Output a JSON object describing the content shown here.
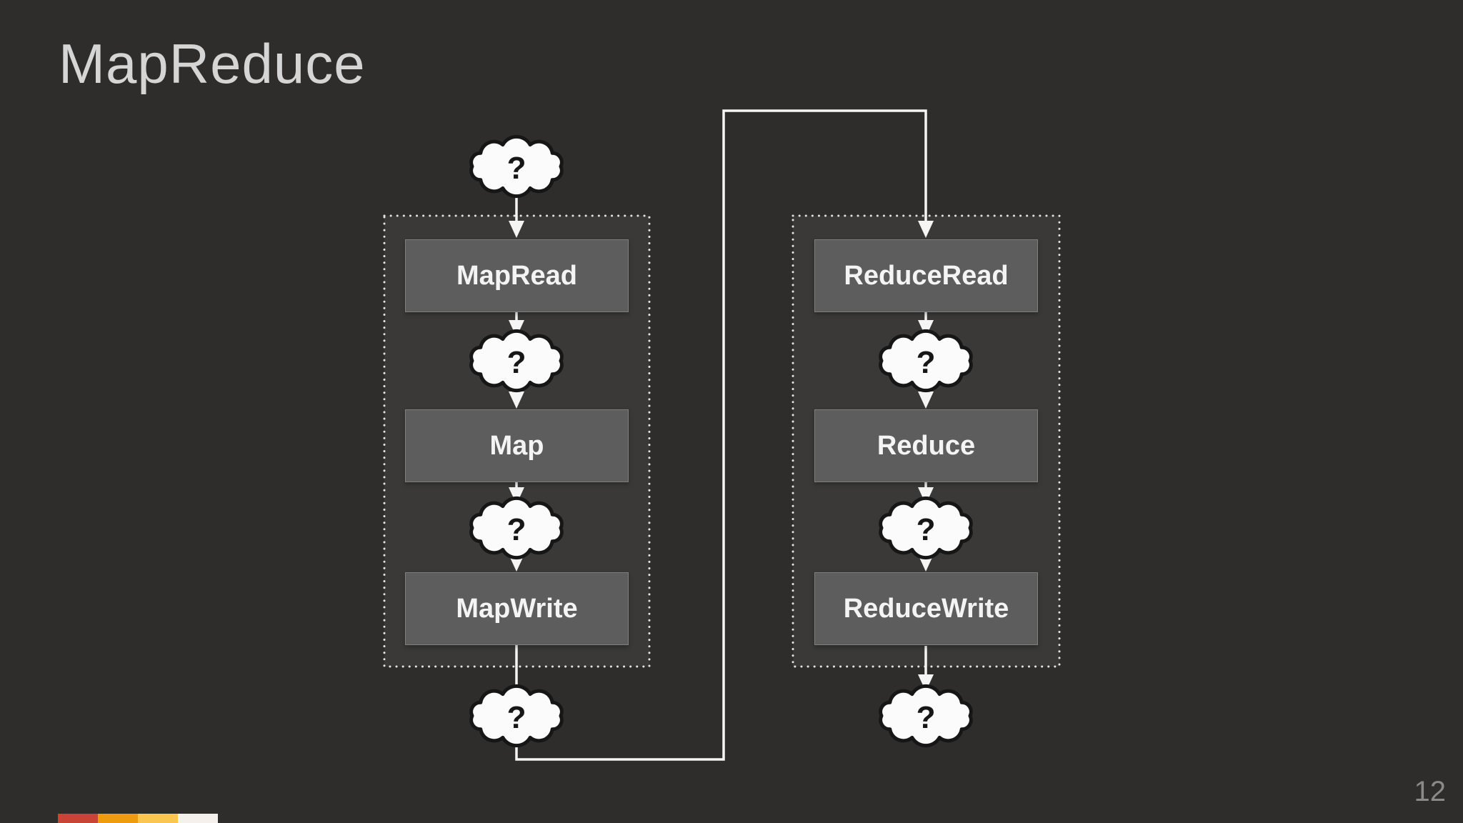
{
  "slide": {
    "title": "MapReduce",
    "page_number": "12"
  },
  "diagram": {
    "cloud_label": "?",
    "left_column": {
      "boxes": [
        {
          "label": "MapRead"
        },
        {
          "label": "Map"
        },
        {
          "label": "MapWrite"
        }
      ]
    },
    "right_column": {
      "boxes": [
        {
          "label": "ReduceRead"
        },
        {
          "label": "Reduce"
        },
        {
          "label": "ReduceWrite"
        }
      ]
    }
  },
  "colors": {
    "background": "#2e2d2b",
    "container_fill": "#3a3937",
    "box_fill": "#5d5d5d",
    "box_text": "#f4f4f4",
    "connector_line": "#f5f5f5",
    "cloud_fill": "#fbfbfb",
    "cloud_outline": "#161616",
    "title_text": "#d5d5d5",
    "page_number_text": "#8a8a8a"
  },
  "footer": {
    "bar_colors": [
      "#c94434",
      "#ef9b0f",
      "#f9c74f",
      "#f4f1ed"
    ]
  }
}
